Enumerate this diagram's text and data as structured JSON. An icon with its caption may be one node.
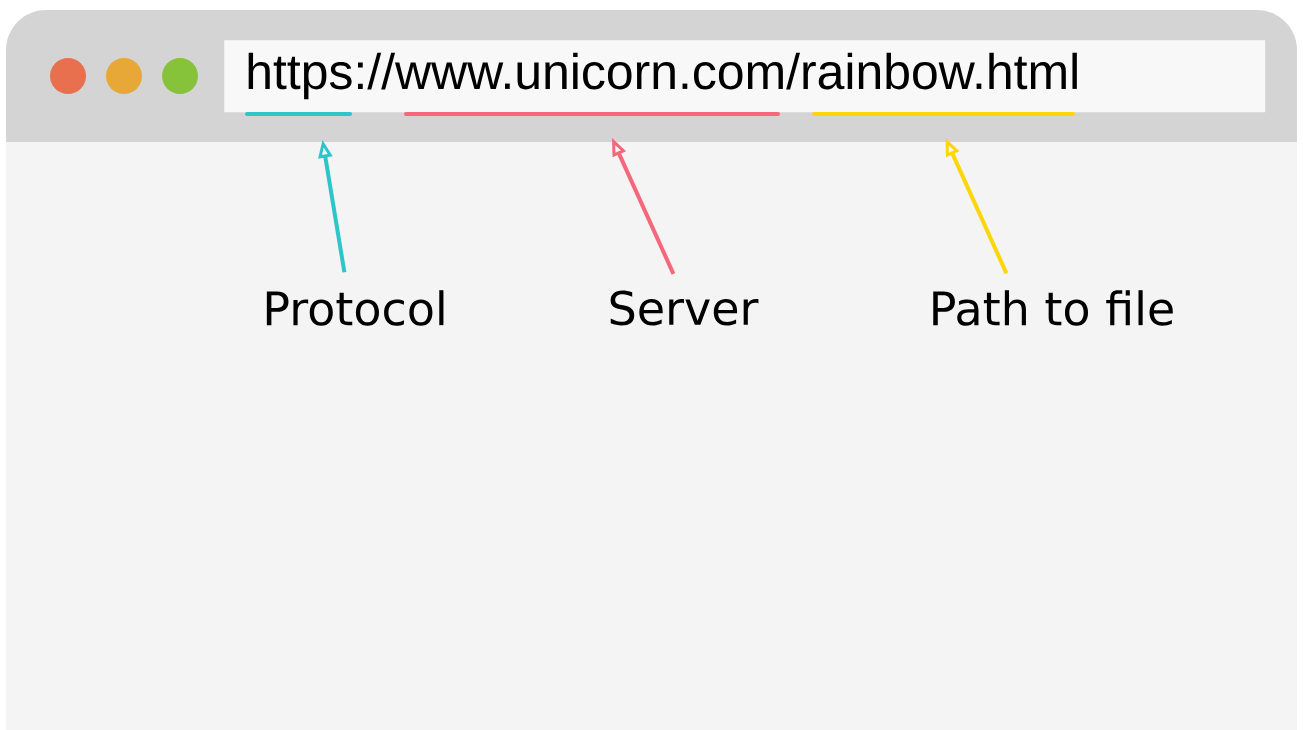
{
  "diagram": {
    "nodes": [
      {
        "text": [
          "https://www.unicorn.com/rainbow.html"
        ]
      },
      {
        "text": [],
        "shape": "bar"
      },
      {
        "text": [],
        "shape": "bar"
      },
      {
        "text": [],
        "shape": "bar"
      },
      {
        "text": [
          "Protocol"
        ]
      },
      {
        "text": [
          "Server"
        ]
      },
      {
        "text": [
          "Path to file"
        ]
      }
    ],
    "edges": [
      {
        "from": 4,
        "to": 1,
        "arrow": "to",
        "color": "#2ec5c8"
      },
      {
        "from": 5,
        "to": 2,
        "arrow": "to",
        "color": "#f5677a"
      },
      {
        "from": 6,
        "to": 3,
        "arrow": "to",
        "color": "#fcd60a"
      }
    ]
  }
}
